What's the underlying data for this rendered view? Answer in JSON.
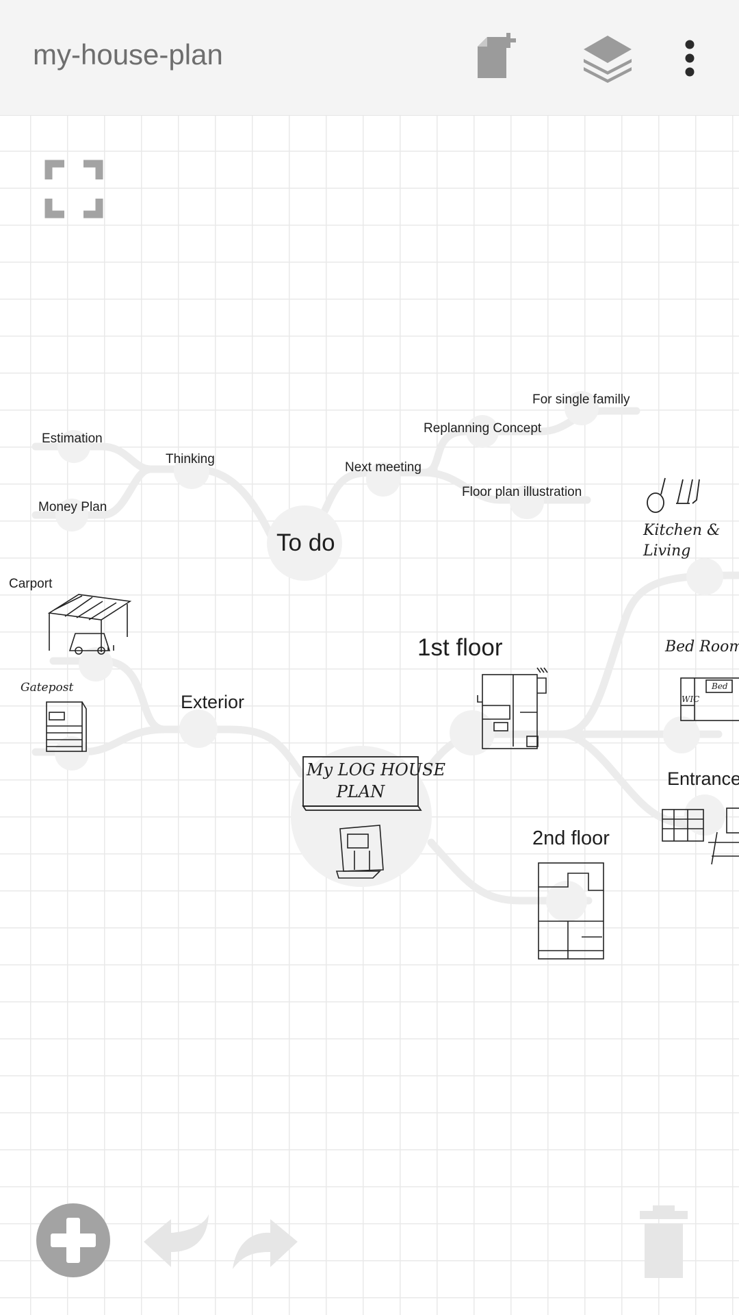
{
  "app": {
    "title": "my-house-plan"
  },
  "toolbar": {
    "add_page_icon": "add-page-icon",
    "layers_icon": "layers-icon",
    "more_icon": "more-vert-icon"
  },
  "canvas": {
    "fullscreen_icon": "fullscreen-icon",
    "nodes": {
      "todo": "To do",
      "thinking": "Thinking",
      "estimation": "Estimation",
      "money_plan": "Money Plan",
      "next_meeting": "Next meeting",
      "replanning": "Replanning Concept",
      "single_family": "For single familly",
      "floor_plan_illustration": "Floor plan illustration",
      "first_floor": "1st floor",
      "second_floor": "2nd floor",
      "exterior": "Exterior",
      "carport": "Carport",
      "entrance": "Entrance",
      "gatepost": "Gatepost",
      "bed_room": "Bed Room",
      "kitchen_living": "Kitchen & Living",
      "main_plan_line1": "My LOG HOUSE",
      "main_plan_line2": "PLAN",
      "wic": "WIC",
      "bed": "Bed"
    }
  },
  "bottom": {
    "add_icon": "add-icon",
    "undo_icon": "undo-icon",
    "redo_icon": "redo-icon",
    "delete_icon": "trash-icon"
  },
  "colors": {
    "branch": "#ececec",
    "node_halo": "#f1f1f1",
    "icon_gray": "#9b9b9b",
    "icon_disabled": "#e6e6e6"
  }
}
